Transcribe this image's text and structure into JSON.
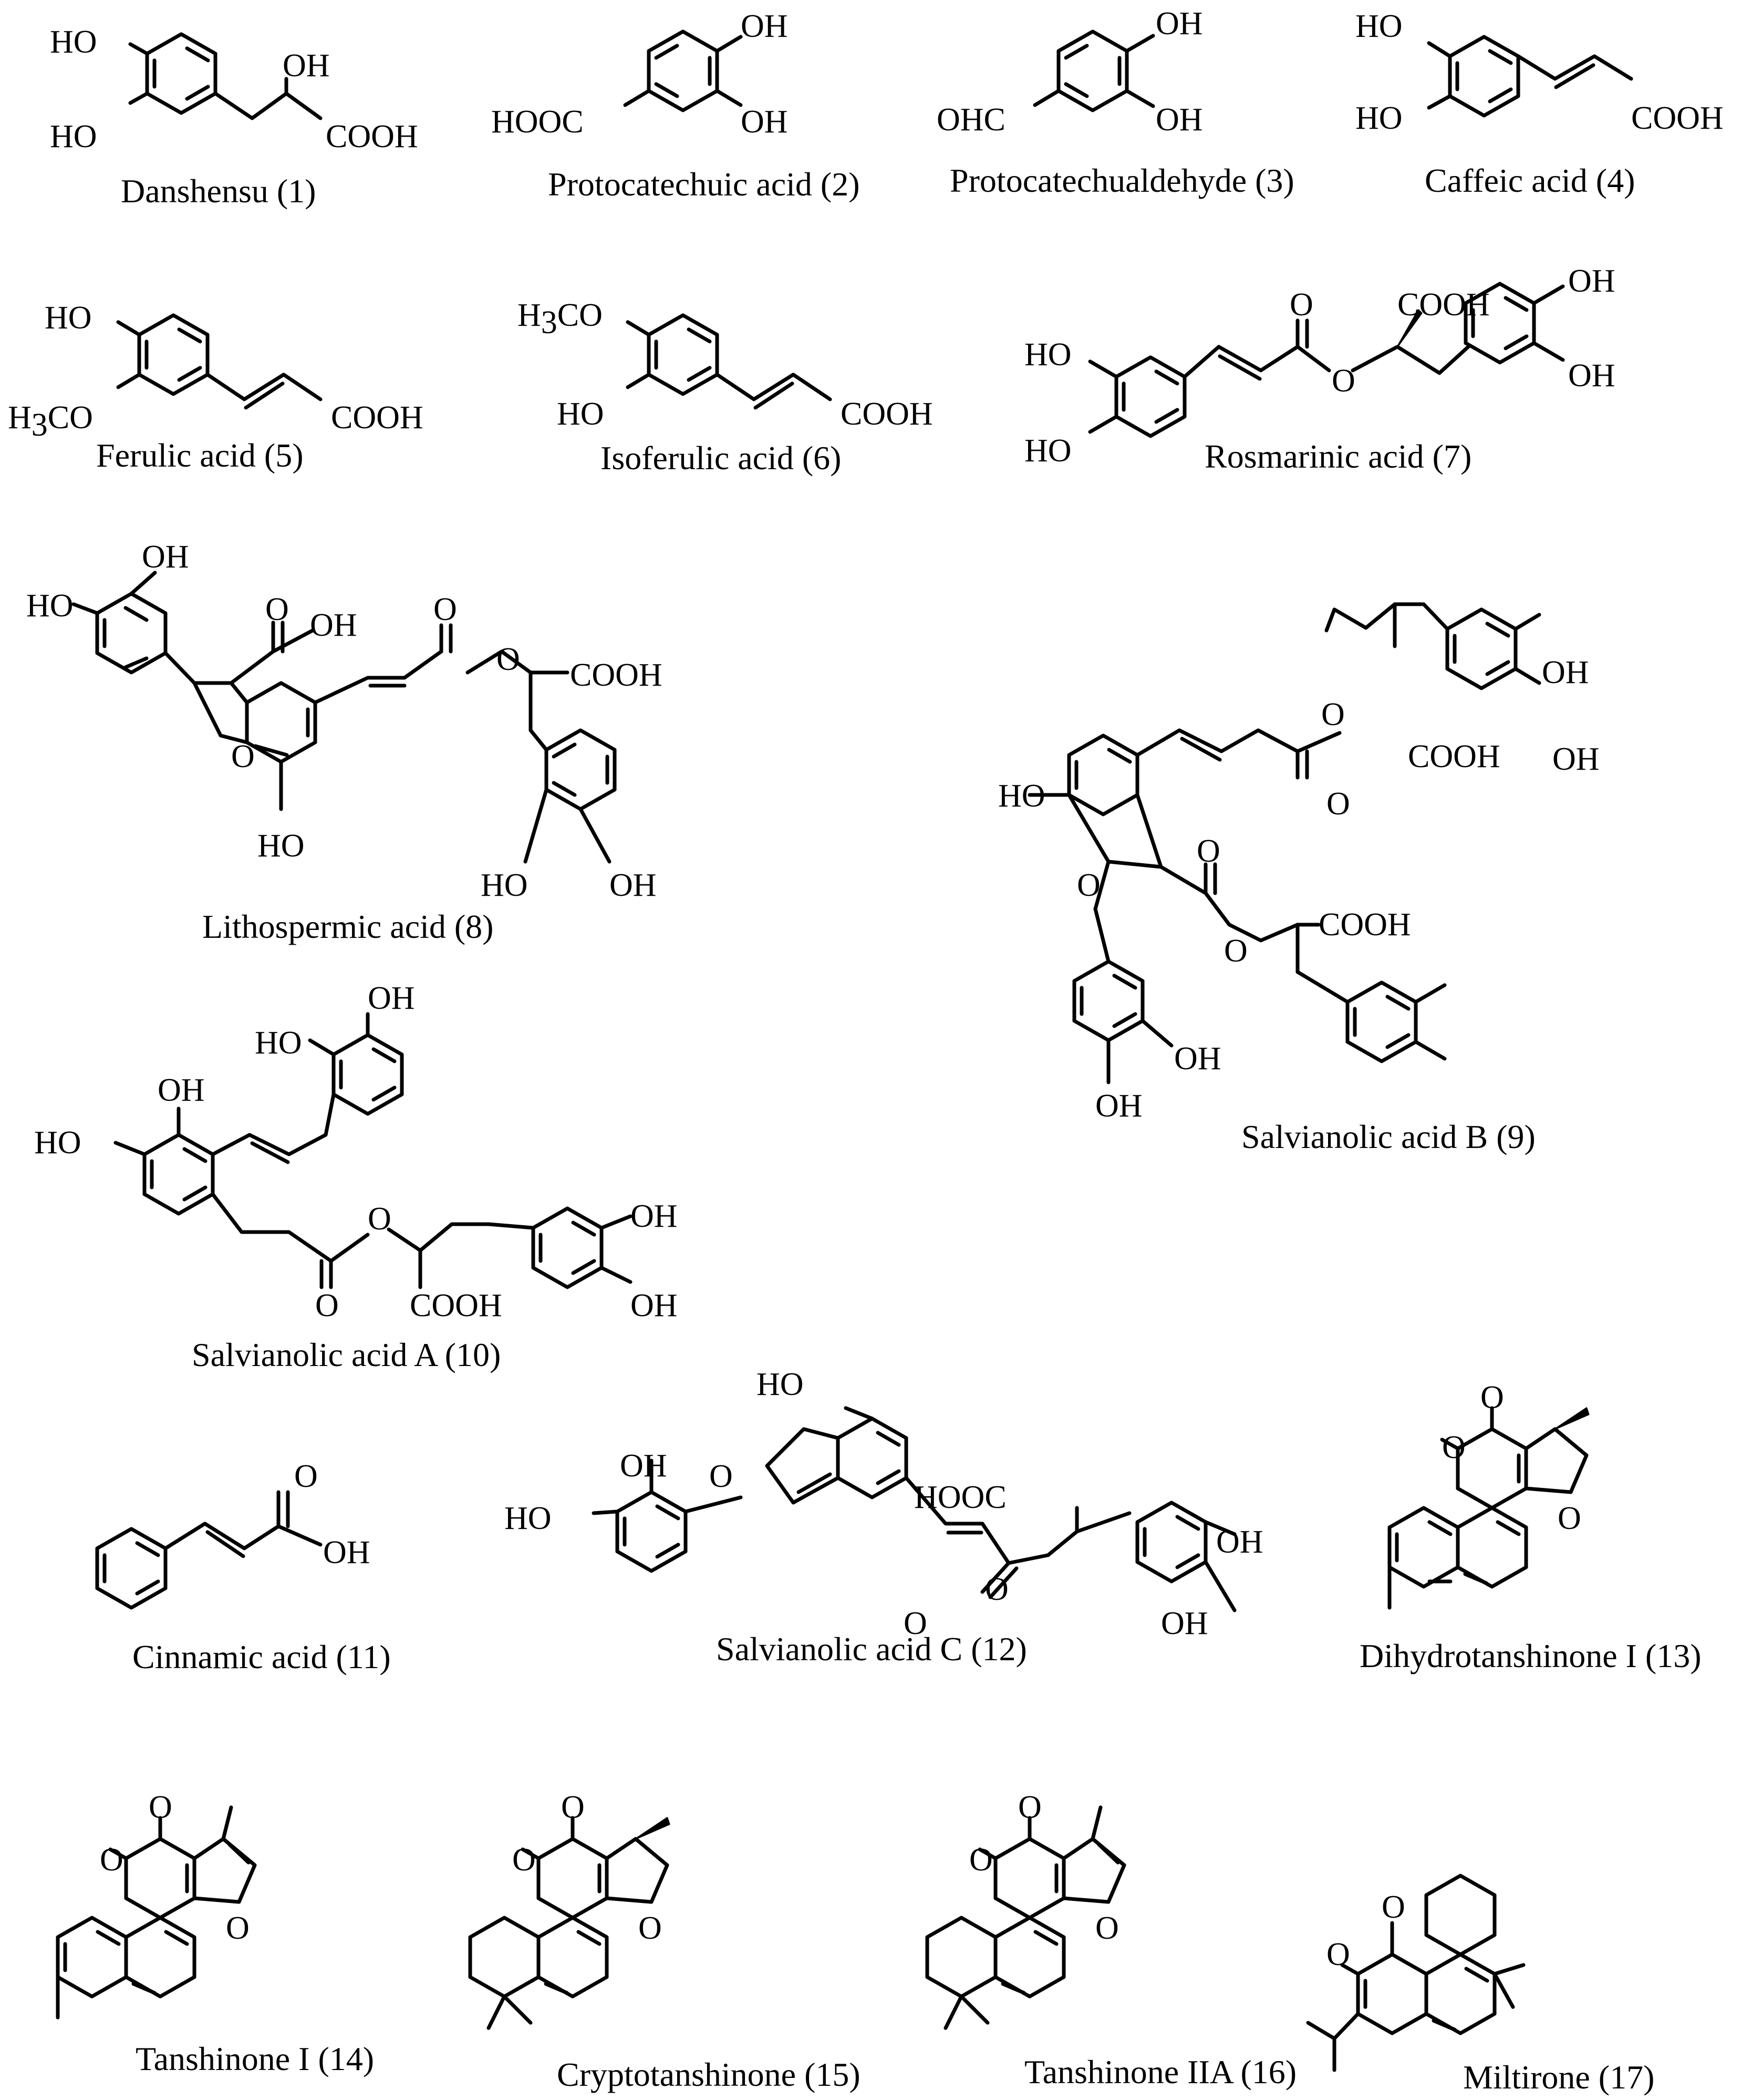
{
  "figure": {
    "compounds": [
      {
        "id": "c1",
        "name": "Danshensu (1)",
        "atoms": {
          "ho_top": "HO",
          "ho_bot": "HO",
          "oh": "OH",
          "cooh": "COOH"
        }
      },
      {
        "id": "c2",
        "name": "Protocatechuic acid (2)",
        "atoms": {
          "oh_top": "OH",
          "oh_bot": "OH",
          "hooc": "HOOC"
        }
      },
      {
        "id": "c3",
        "name": "Protocatechualdehyde (3)",
        "atoms": {
          "oh_top": "OH",
          "oh_bot": "OH",
          "ohc": "OHC"
        }
      },
      {
        "id": "c4",
        "name": "Caffeic acid (4)",
        "atoms": {
          "ho_top": "HO",
          "ho_bot": "HO",
          "cooh": "COOH"
        }
      },
      {
        "id": "c5",
        "name": "Ferulic acid (5)",
        "atoms": {
          "ho": "HO",
          "h3co": "H3CO",
          "cooh": "COOH"
        }
      },
      {
        "id": "c6",
        "name": "Isoferulic acid (6)",
        "atoms": {
          "h3co": "H3CO",
          "ho": "HO",
          "cooh": "COOH"
        }
      },
      {
        "id": "c7",
        "name": "Rosmarinic acid (7)",
        "atoms": {
          "ho_top": "HO",
          "ho_bot": "HO",
          "o_keto": "O",
          "o_ester": "O",
          "cooh": "COOH",
          "oh_top": "OH",
          "oh_bot": "OH"
        }
      },
      {
        "id": "c8",
        "name": "Lithospermic acid (8)",
        "atoms": {
          "oh_top": "OH",
          "ho_left": "HO",
          "o_acid": "O",
          "oh_acid": "OH",
          "o_ring": "O",
          "ho_ring": "HO",
          "o_keto": "O",
          "o_ester": "O",
          "cooh": "COOH",
          "ho_bot": "HO",
          "oh_bot": "OH"
        }
      },
      {
        "id": "c9",
        "name": "Salvianolic acid B (9)",
        "atoms": {
          "o_ester1": "O",
          "cooh1": "COOH",
          "oh_r1": "OH",
          "oh_r2": "OH",
          "ho_ring": "HO",
          "o_keto1": "O",
          "o_ring": "O",
          "o_keto2": "O",
          "o_ester2": "O",
          "cooh2": "COOH",
          "oh_b1": "OH",
          "oh_b2": "OH"
        }
      },
      {
        "id": "c10",
        "name": "Salvianolic acid A (10)",
        "atoms": {
          "oh_top": "OH",
          "ho_mid": "HO",
          "oh_ring": "OH",
          "ho_left": "HO",
          "o_ester": "O",
          "o_keto": "O",
          "cooh": "COOH",
          "oh_r1": "OH",
          "oh_r2": "OH"
        }
      },
      {
        "id": "c11",
        "name": "Cinnamic acid (11)",
        "atoms": {
          "o": "O",
          "oh": "OH"
        }
      },
      {
        "id": "c12",
        "name": "Salvianolic acid C (12)",
        "atoms": {
          "ho_top": "HO",
          "o_furan": "O",
          "oh": "OH",
          "ho_left": "HO",
          "hooc": "HOOC",
          "o_keto": "O",
          "o_ester": "O",
          "oh_r1": "OH",
          "oh_r2": "OH"
        }
      },
      {
        "id": "c13",
        "name": "Dihydrotanshinone I (13)",
        "atoms": {
          "o1": "O",
          "o2": "O",
          "o_ring": "O"
        }
      },
      {
        "id": "c14",
        "name": "Tanshinone I (14)",
        "atoms": {
          "o1": "O",
          "o2": "O",
          "o_ring": "O"
        }
      },
      {
        "id": "c15",
        "name": "Cryptotanshinone (15)",
        "atoms": {
          "o1": "O",
          "o2": "O",
          "o_ring": "O"
        }
      },
      {
        "id": "c16",
        "name": "Tanshinone IIA (16)",
        "atoms": {
          "o1": "O",
          "o2": "O",
          "o_ring": "O"
        }
      },
      {
        "id": "c17",
        "name": "Miltirone (17)",
        "atoms": {
          "o1": "O",
          "o2": "O"
        }
      }
    ]
  }
}
